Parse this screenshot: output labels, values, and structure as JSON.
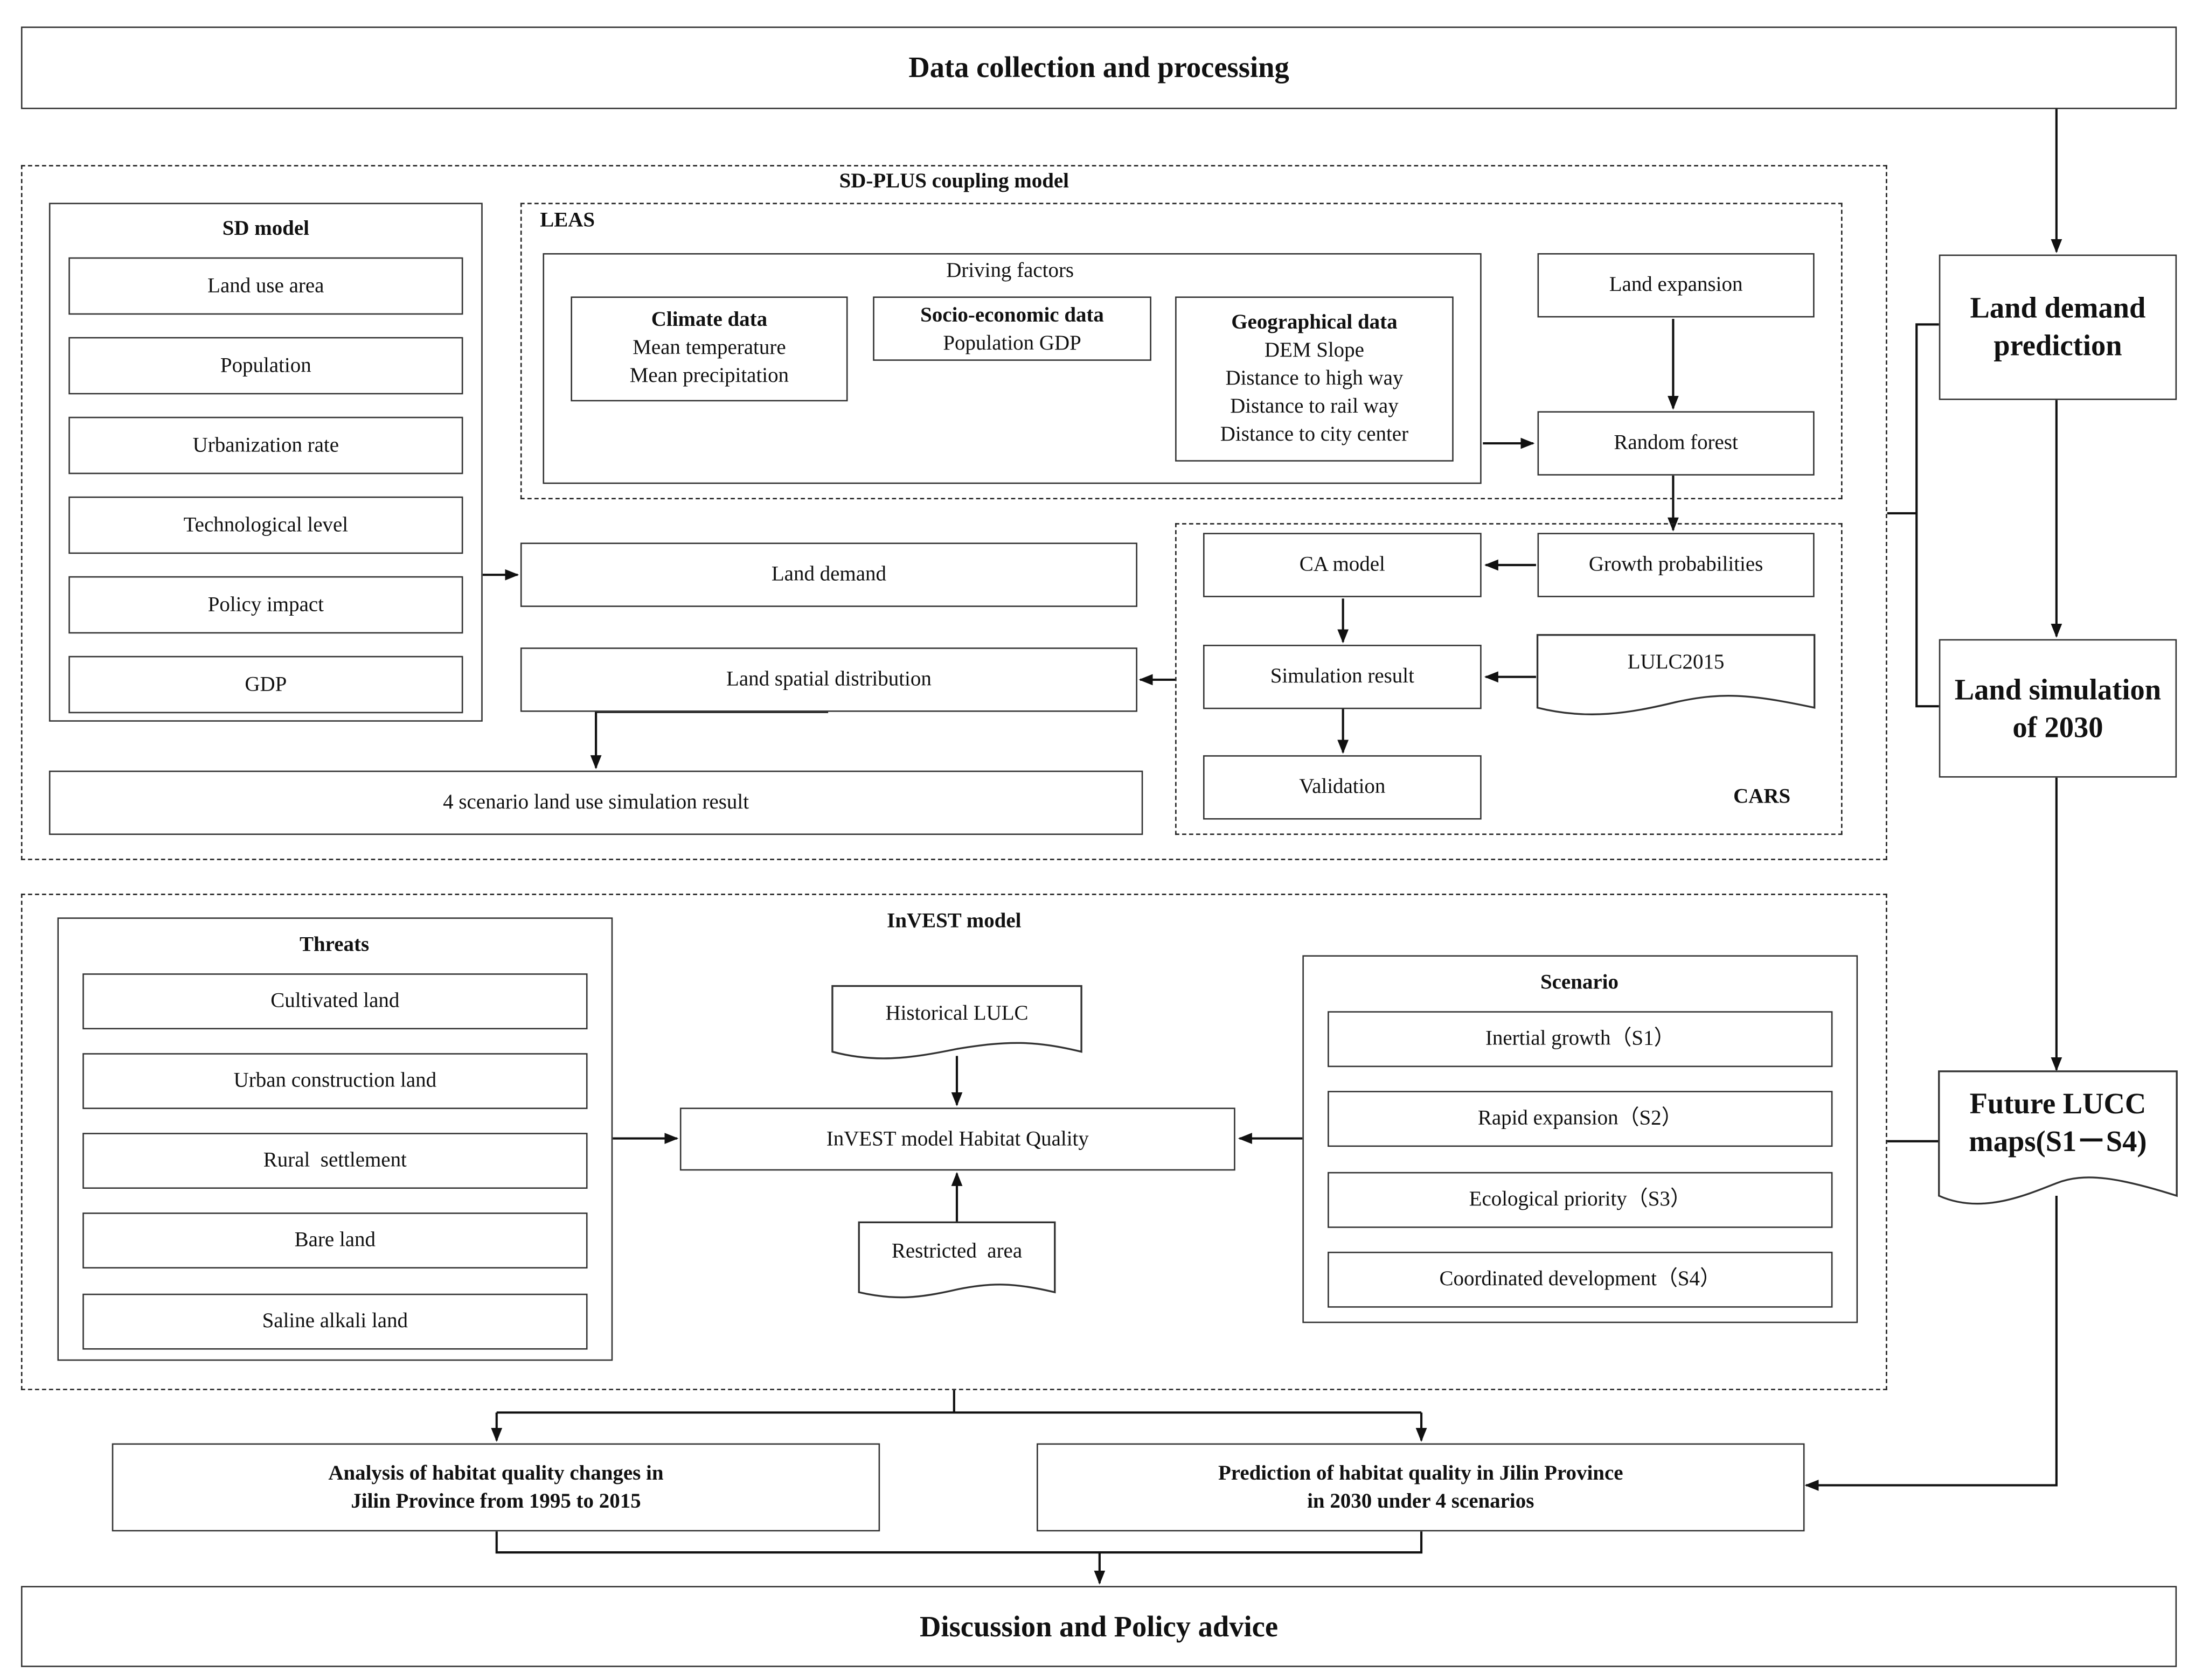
{
  "top_banner": "Data collection and processing",
  "sdplus": {
    "title": "SD-PLUS coupling model",
    "sd_model": {
      "title": "SD model",
      "items": [
        "Land use area",
        "Population",
        "Urbanization rate",
        "Technological level",
        "Policy impact",
        "GDP"
      ]
    },
    "leas": {
      "title": "LEAS",
      "driving_factors_title": "Driving factors",
      "climate": {
        "title": "Climate data",
        "lines": [
          "Mean temperature",
          "Mean precipitation"
        ]
      },
      "socio": {
        "title": "Socio-economic data",
        "lines": [
          "Population GDP"
        ]
      },
      "geo": {
        "title": "Geographical data",
        "lines": [
          "DEM Slope",
          "Distance to high way",
          "Distance to rail way",
          "Distance to city center"
        ]
      },
      "land_expansion": "Land expansion",
      "random_forest": "Random forest"
    },
    "cars": {
      "title": "CARS",
      "growth_probabilities": "Growth probabilities",
      "ca_model": "CA model",
      "simulation_result": "Simulation result",
      "lulc2015": "LULC2015",
      "validation": "Validation"
    },
    "land_demand": "Land demand",
    "land_spatial_distribution": "Land spatial distribution",
    "scenario_result": "4 scenario land use simulation result"
  },
  "invest": {
    "title": "InVEST model",
    "threats": {
      "title": "Threats",
      "items": [
        "Cultivated land",
        "Urban construction land",
        "Rural  settlement",
        "Bare land",
        "Saline alkali land"
      ]
    },
    "historical_lulc": "Historical LULC",
    "habitat_quality": "InVEST model Habitat Quality",
    "restricted_area": "Restricted  area",
    "scenario": {
      "title": "Scenario",
      "items": [
        "Inertial growth（S1）",
        "Rapid expansion（S2）",
        "Ecological priority（S3）",
        "Coordinated development（S4）"
      ]
    }
  },
  "right_column": {
    "land_demand_prediction": [
      "Land demand",
      "prediction"
    ],
    "land_simulation": [
      "Land simulation",
      "of 2030"
    ],
    "future_lucc": [
      "Future LUCC",
      "maps(S1－S4)"
    ]
  },
  "analysis": [
    "Analysis of habitat quality changes in",
    "Jilin Province from 1995 to 2015"
  ],
  "prediction": [
    "Prediction of habitat quality in Jilin Province",
    "in 2030 under 4 scenarios"
  ],
  "bottom_banner": "Discussion and Policy advice"
}
